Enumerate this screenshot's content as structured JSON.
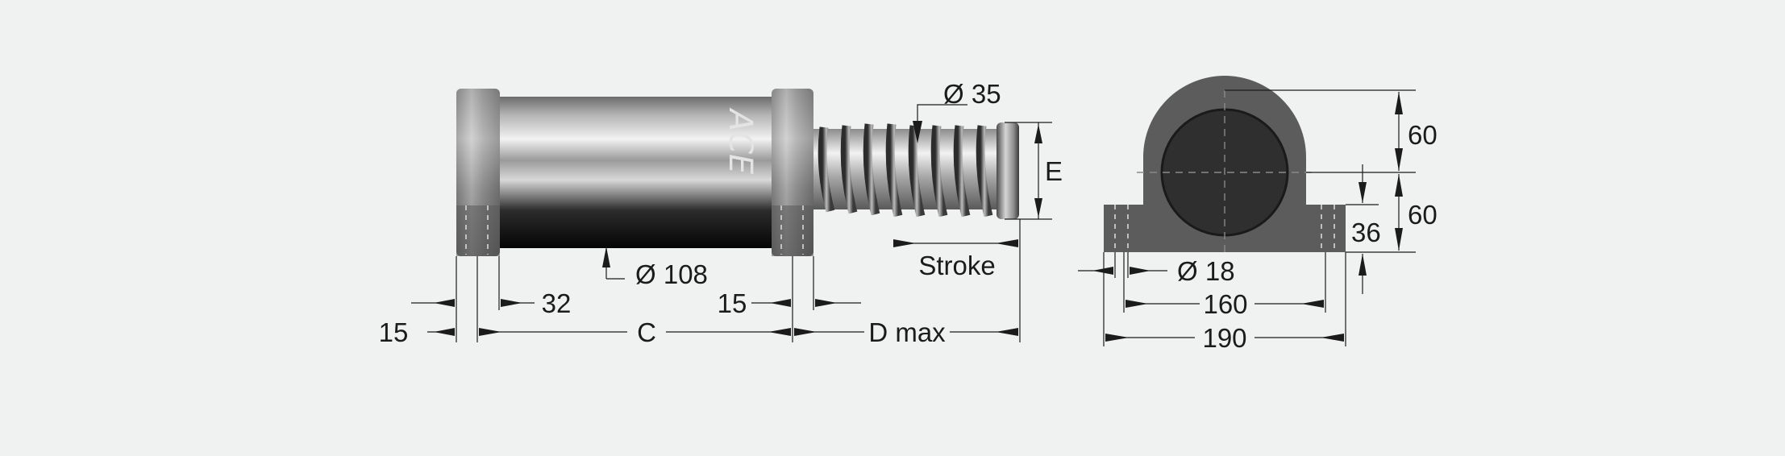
{
  "drawing": {
    "brand_logo": "ACE",
    "side_view": {
      "dia_rod": "Ø 35",
      "dia_body": "Ø 108",
      "E": "E",
      "stroke": "Stroke",
      "flange_left": "15",
      "flange_inner": "32",
      "flange_right": "15",
      "C": "C",
      "D_max": "D max"
    },
    "end_view": {
      "top_height": "60",
      "bottom_height": "60",
      "foot_height": "36",
      "hole_dia": "Ø 18",
      "hole_spacing": "160",
      "overall_width": "190"
    }
  },
  "colors": {
    "background": "#f0f2f1",
    "dimension_lines": "#1b1b1b",
    "end_view_body": "#5c5c5c",
    "end_view_disc": "#2f2f2f"
  }
}
